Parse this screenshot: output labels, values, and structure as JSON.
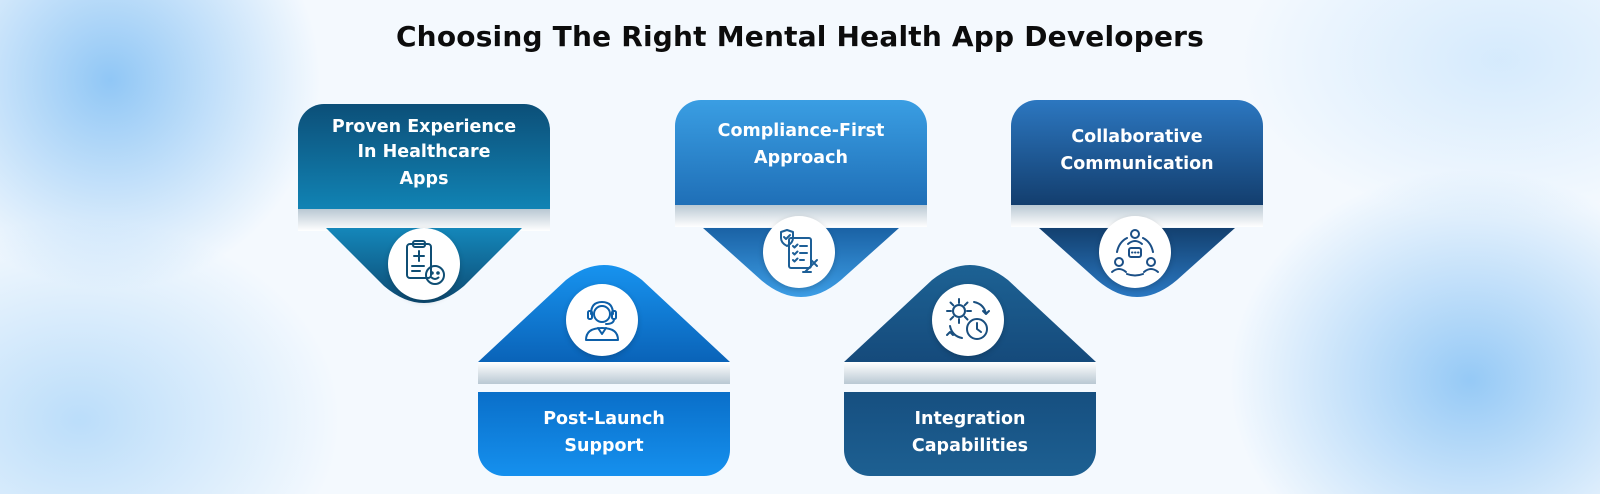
{
  "title": "Choosing The Right Mental Health App Developers",
  "items": [
    {
      "lines": [
        "Proven Experience",
        "In Healthcare",
        "Apps"
      ],
      "icon": "medical-clipboard-icon",
      "color_top": "#0c4f78",
      "color_bottom": "#1183b4"
    },
    {
      "lines": [
        "Post-Launch",
        "Support"
      ],
      "icon": "support-agent-icon",
      "color_top": "#0a74cf",
      "color_bottom": "#1590ee"
    },
    {
      "lines": [
        "Compliance-First",
        "Approach"
      ],
      "icon": "compliance-checklist-icon",
      "color_top": "#3a9ee3",
      "color_bottom": "#1f6fb7"
    },
    {
      "lines": [
        "Integration",
        "Capabilities"
      ],
      "icon": "gear-clock-icon",
      "color_top": "#154c7f",
      "color_bottom": "#1d6092"
    },
    {
      "lines": [
        "Collaborative",
        "Communication"
      ],
      "icon": "team-communication-icon",
      "color_top": "#2c77c0",
      "color_bottom": "#133e6e"
    }
  ]
}
